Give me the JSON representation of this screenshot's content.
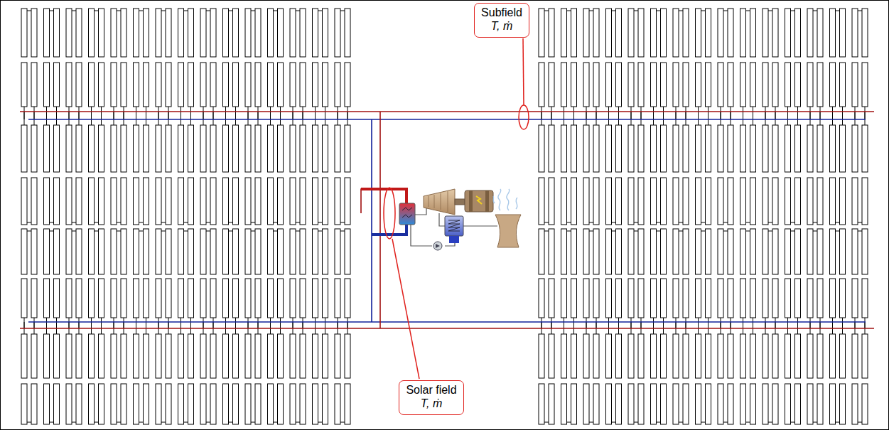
{
  "diagram": {
    "nodes": [
      {
        "text": [
          "Subfield",
          "T, ṁ"
        ]
      },
      {
        "text": [
          "Solar field",
          "T, ṁ"
        ]
      }
    ]
  }
}
